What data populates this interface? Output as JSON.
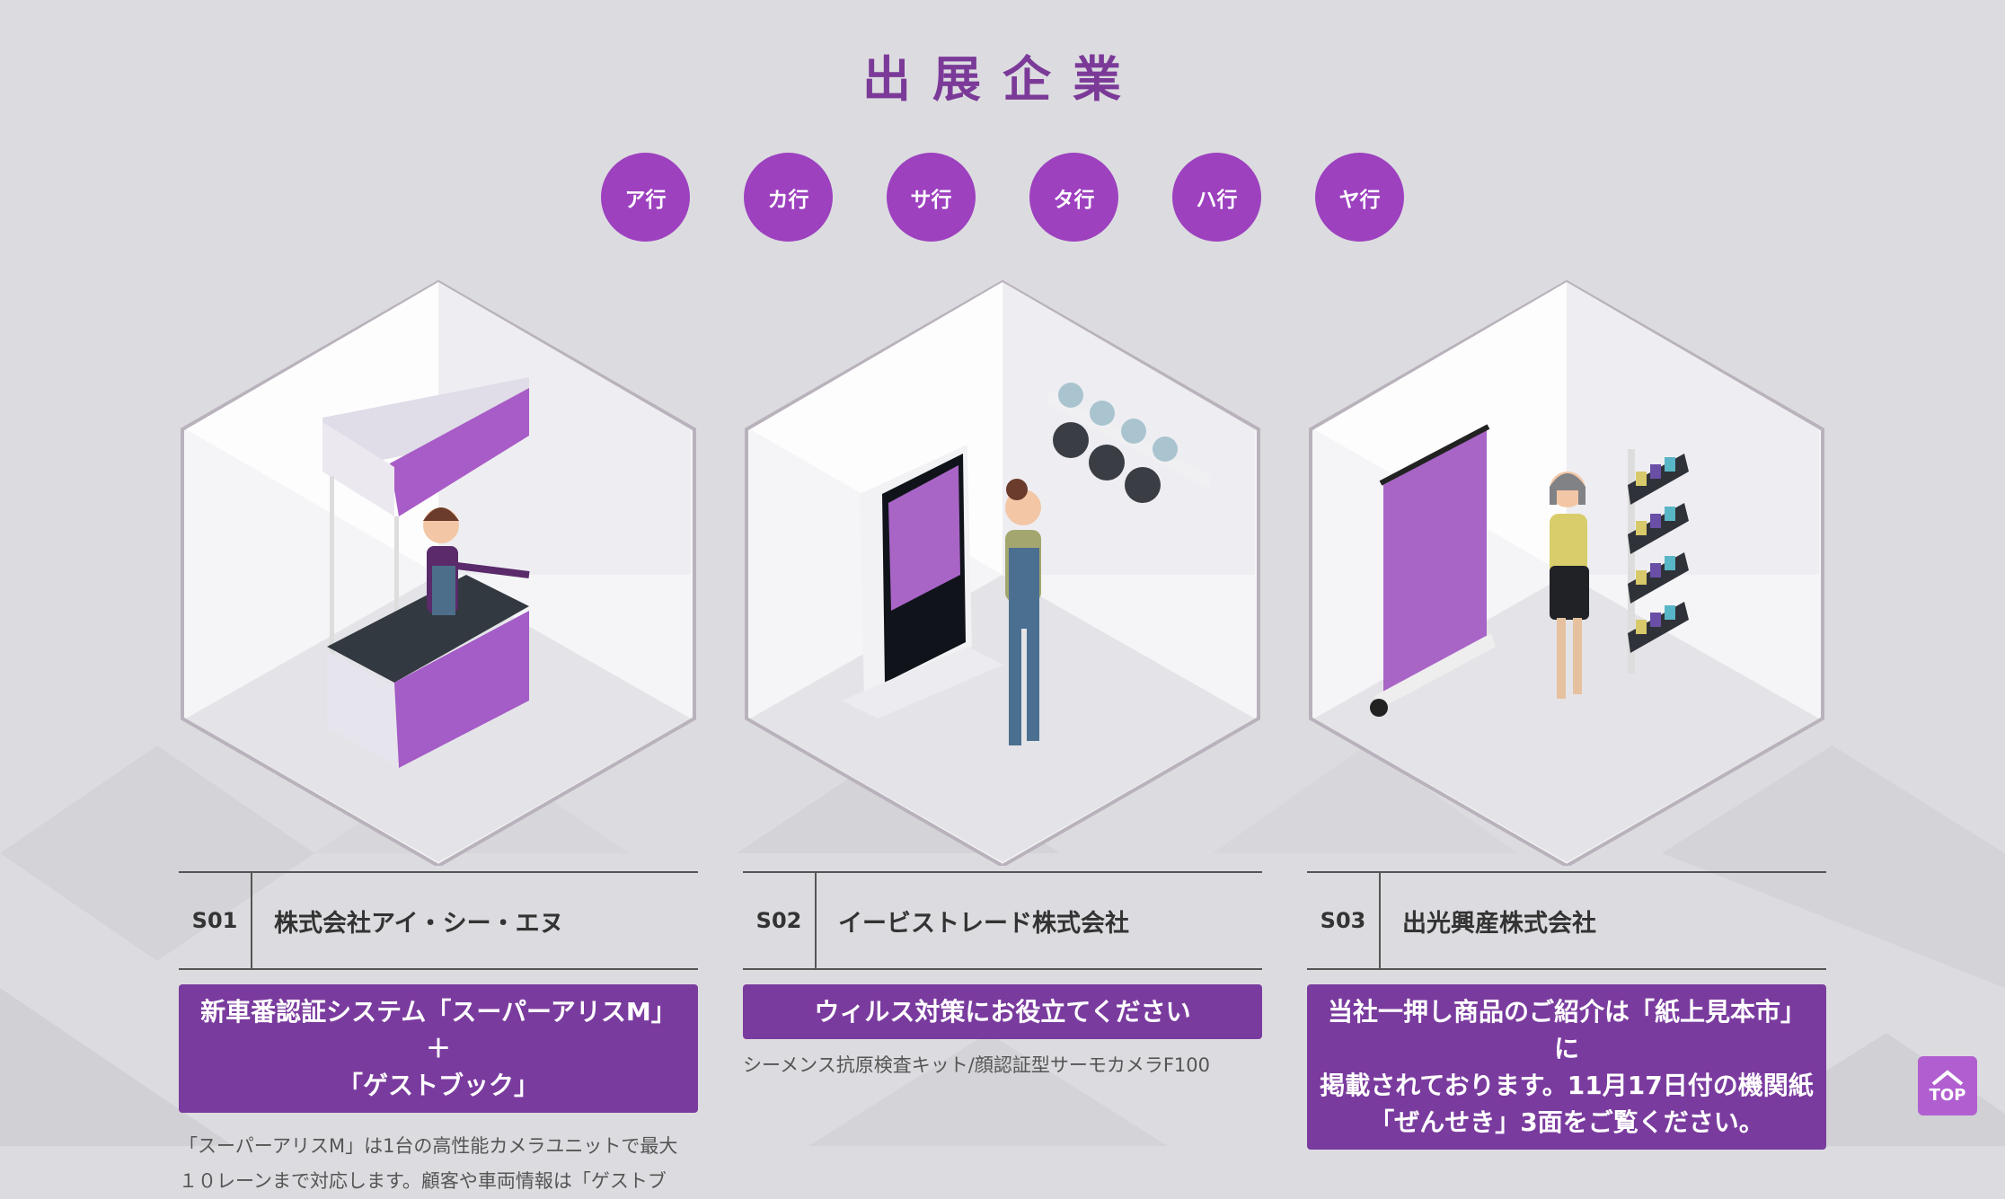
{
  "page": {
    "title": "出展企業"
  },
  "nav": {
    "items": [
      "ア行",
      "カ行",
      "サ行",
      "タ行",
      "ハ行",
      "ヤ行"
    ]
  },
  "exhibitors": [
    {
      "booth_no": "S01",
      "company": "株式会社アイ・シー・エヌ",
      "headline_line1": "新車番認証システム「スーパーアリスM」＋",
      "headline_line2": "「ゲストブック」",
      "desc_line1": "「スーパーアリスM」は1台の高性能カメラユニットで最大",
      "desc_line2": "１０レーンまで対応します。顧客や車両情報は「ゲストブ"
    },
    {
      "booth_no": "S02",
      "company": "イービストレード株式会社",
      "headline_line1": "ウィルス対策にお役立てください",
      "desc_line1": "シーメンス抗原検査キット/顔認証型サーモカメラF100"
    },
    {
      "booth_no": "S03",
      "company": "出光興産株式会社",
      "headline_line1": "当社一押し商品のご紹介は「紙上見本市」に",
      "headline_line2": "掲載されております。11月17日付の機関紙",
      "headline_line3": "「ぜんせき」3面をご覧ください。"
    }
  ],
  "top_button": {
    "label": "TOP"
  },
  "colors": {
    "accent": "#9d41bf",
    "headline_bg": "#7a3b9e",
    "title": "#7b3a98"
  }
}
